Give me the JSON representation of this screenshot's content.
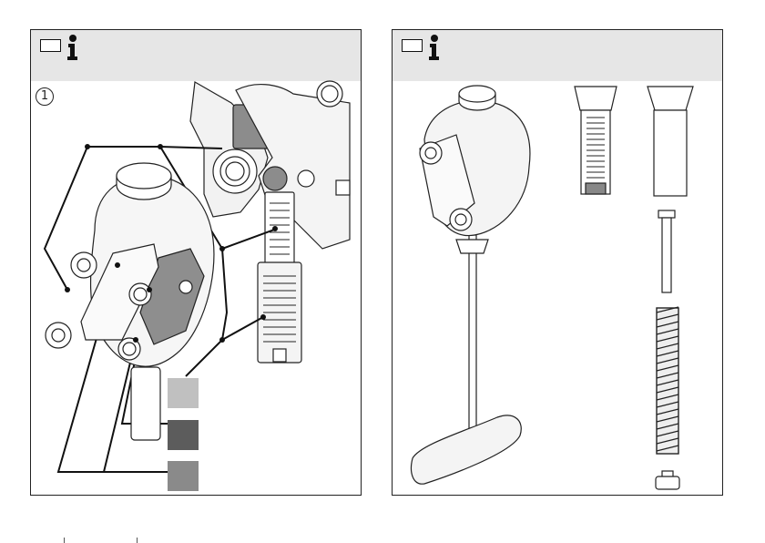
{
  "left_panel": {
    "step_number": "1",
    "icons": {
      "flag": "flag-box-icon",
      "info": "info-icon"
    },
    "swatches": [
      {
        "name": "swatch-light-gray",
        "color": "#c0c0c0"
      },
      {
        "name": "swatch-dark-gray",
        "color": "#5c5c5c"
      },
      {
        "name": "swatch-medium-gray",
        "color": "#8a8a8a"
      }
    ]
  },
  "right_panel": {
    "icons": {
      "flag": "flag-box-icon",
      "info": "info-icon"
    }
  },
  "colors": {
    "header": "#e6e6e6",
    "line": "#222222"
  }
}
